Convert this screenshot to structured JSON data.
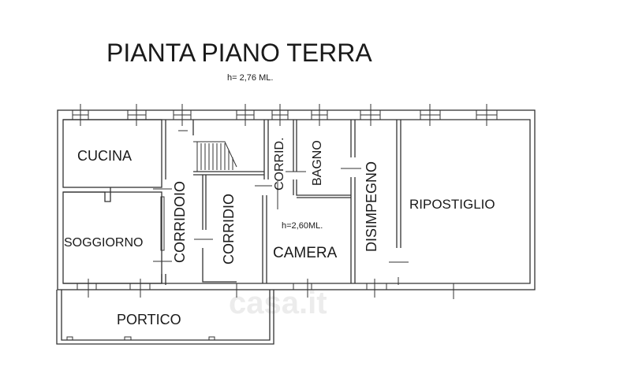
{
  "title": "PIANTA PIANO TERRA",
  "height_note": "h= 2,76 ML.",
  "rooms": {
    "cucina": "CUCINA",
    "soggiorno": "SOGGIORNO",
    "corridoio": "CORRIDOIO",
    "corridio": "CORRIDIO",
    "corrid": "CORRID.",
    "bagno": "BAGNO",
    "camera_height": "h=2,60ML.",
    "camera": "CAMERA",
    "disimpegno": "DISIMPEGNO",
    "ripostiglio": "RIPOSTIGLIO",
    "portico": "PORTICO"
  },
  "watermark": "casa.it",
  "colors": {
    "line": "#333333",
    "text": "#1a1a1a",
    "watermark": "#e6e6e6"
  }
}
